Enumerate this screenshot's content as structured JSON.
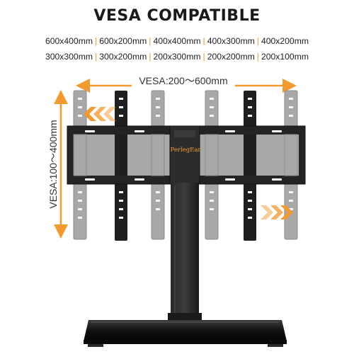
{
  "heading": "VESA COMPATIBLE",
  "sizes": {
    "row1": [
      "600x400mm",
      "600x200mm",
      "400x400mm",
      "400x300mm",
      "400x200mm"
    ],
    "row2": [
      "300x300mm",
      "300x200mm",
      "200x300mm",
      "200x200mm",
      "200x100mm"
    ],
    "separator": "|"
  },
  "horizontal_range_label": "VESA:200～600mm",
  "vertical_range_label": "VESA:100～400mm",
  "brand_logo_text": "PerlegEar",
  "colors": {
    "accent": "#f29a2e",
    "stand": "#1c1c1c",
    "bracket_faded": "#9c9c9c"
  }
}
